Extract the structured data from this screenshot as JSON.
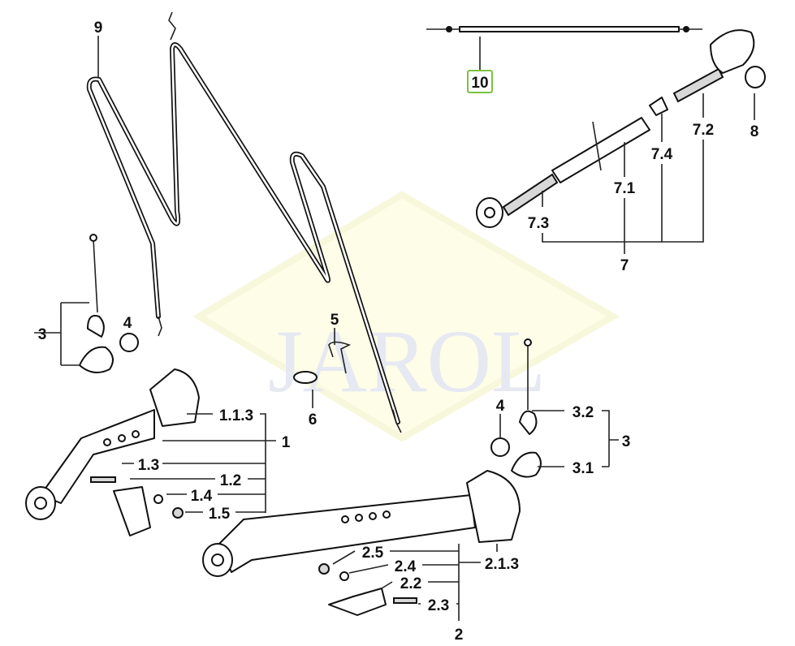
{
  "watermark": {
    "text": "JAROL",
    "color": "#fdfde8"
  },
  "highlight_color": "#7cc242",
  "labels": {
    "l9": "9",
    "l10": "10",
    "l7_2": "7.2",
    "l8": "8",
    "l7_4": "7.4",
    "l7_1": "7.1",
    "l7_3": "7.3",
    "l7": "7",
    "l3a": "3",
    "l4a": "4",
    "l5": "5",
    "l6": "6",
    "l1_1_3": "1.1.3",
    "l1": "1",
    "l1_3": "1.3",
    "l1_2": "1.2",
    "l1_4": "1.4",
    "l1_5": "1.5",
    "l4b": "4",
    "l3_2": "3.2",
    "l3b": "3",
    "l3_1": "3.1",
    "l2_5": "2.5",
    "l2_4": "2.4",
    "l2_1_3": "2.1.3",
    "l2_2": "2.2",
    "l2_3": "2.3",
    "l2": "2"
  }
}
